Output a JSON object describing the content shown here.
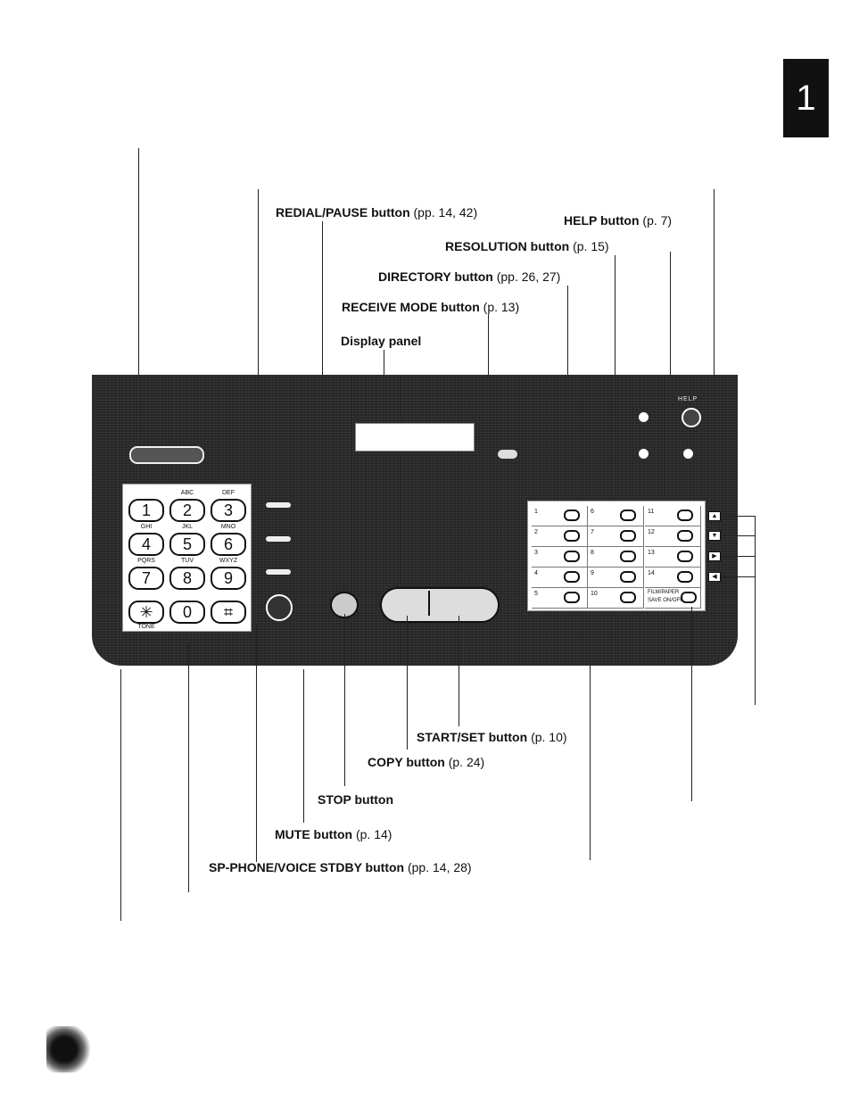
{
  "chapter_tab": "1",
  "labels": {
    "redial_pause": {
      "name": "REDIAL/PAUSE button",
      "ref": "(pp. 14, 42)"
    },
    "help": {
      "name": "HELP button",
      "ref": "(p. 7)"
    },
    "resolution": {
      "name": "RESOLUTION button",
      "ref": "(p. 15)"
    },
    "directory": {
      "name": "DIRECTORY button",
      "ref": "(pp. 26, 27)"
    },
    "receive_mode": {
      "name": "RECEIVE MODE button",
      "ref": "(p. 13)"
    },
    "display_panel": {
      "name": "Display panel",
      "ref": ""
    },
    "start_set": {
      "name": "START/SET button",
      "ref": "(p. 10)"
    },
    "copy": {
      "name": "COPY button",
      "ref": "(p. 24)"
    },
    "stop": {
      "name": "STOP button",
      "ref": ""
    },
    "mute": {
      "name": "MUTE button",
      "ref": "(p. 14)"
    },
    "sp_phone": {
      "name": "SP-PHONE/VOICE STDBY button",
      "ref": "(pp. 14, 28)"
    }
  },
  "device": {
    "help_text": "HELP",
    "keypad": [
      {
        "digit": "1",
        "letters": ""
      },
      {
        "digit": "2",
        "letters": "ABC"
      },
      {
        "digit": "3",
        "letters": "DEF"
      },
      {
        "digit": "4",
        "letters": "GHI"
      },
      {
        "digit": "5",
        "letters": "JKL"
      },
      {
        "digit": "6",
        "letters": "MNO"
      },
      {
        "digit": "7",
        "letters": "PQRS"
      },
      {
        "digit": "8",
        "letters": "TUV"
      },
      {
        "digit": "9",
        "letters": "WXYZ"
      },
      {
        "digit": "✳",
        "letters": "TONE"
      },
      {
        "digit": "0",
        "letters": ""
      },
      {
        "digit": "⌗",
        "letters": ""
      }
    ],
    "one_touch": [
      "1",
      "6",
      "11",
      "2",
      "7",
      "12",
      "3",
      "8",
      "13",
      "4",
      "9",
      "14",
      "5",
      "10"
    ],
    "film_paper_label": "FILM/PAPER",
    "save_label": "SAVE ON/OFF",
    "side_keys": [
      "▲",
      "▼",
      "▶",
      "◀"
    ]
  }
}
